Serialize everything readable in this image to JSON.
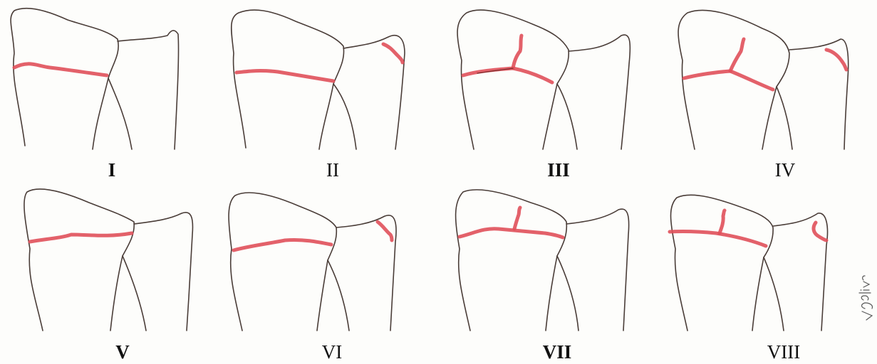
{
  "panels": [
    {
      "label": "I",
      "bold": true
    },
    {
      "label": "II",
      "bold": false
    },
    {
      "label": "III",
      "bold": true
    },
    {
      "label": "IV",
      "bold": false
    },
    {
      "label": "V",
      "bold": true
    },
    {
      "label": "VI",
      "bold": false
    },
    {
      "label": "VII",
      "bold": true
    },
    {
      "label": "VIII",
      "bold": false
    }
  ],
  "signature": "VJalivr",
  "colors": {
    "outline": "#4a3d38",
    "fracture": "#e0505a",
    "background": "#fdfdfb"
  }
}
